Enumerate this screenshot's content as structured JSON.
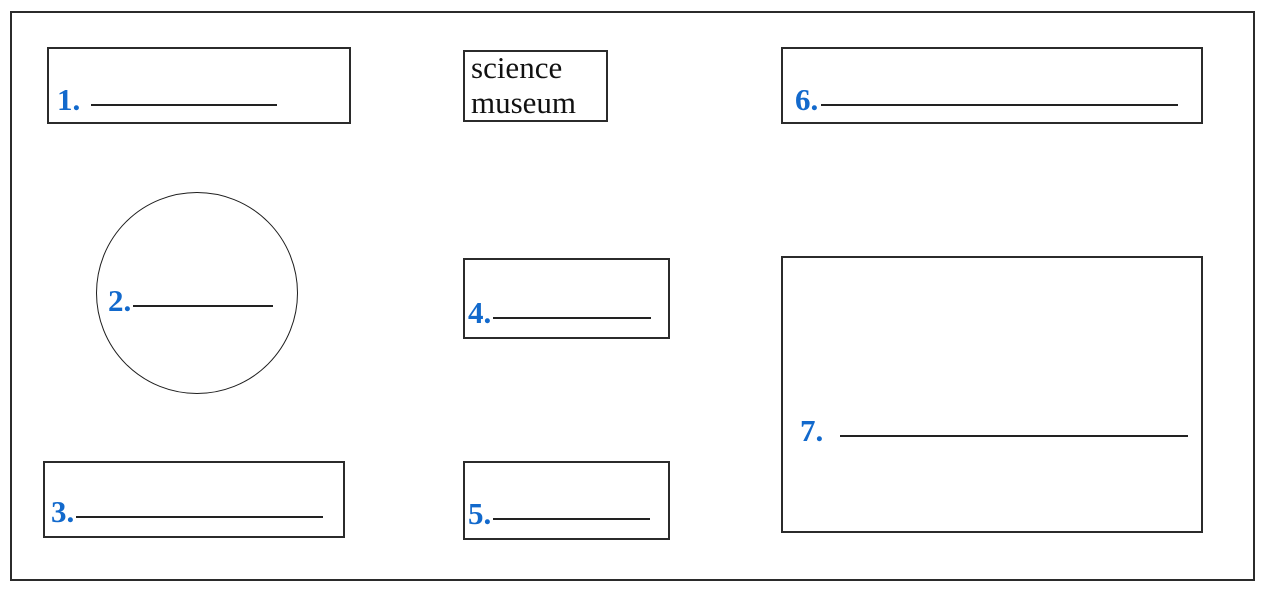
{
  "page": {
    "type": "labeling-worksheet",
    "background_color": "#ffffff",
    "border_color": "#2b2b2b",
    "blank_rule_color": "#222222",
    "number_color": "#1269cc"
  },
  "label_box": {
    "name": "science-museum-label",
    "line1": "science",
    "line2": "museum"
  },
  "fields": [
    {
      "id": 1,
      "number": "1.",
      "shape": "rectangle",
      "answer": ""
    },
    {
      "id": 2,
      "number": "2.",
      "shape": "circle",
      "answer": ""
    },
    {
      "id": 3,
      "number": "3.",
      "shape": "rectangle",
      "answer": ""
    },
    {
      "id": 4,
      "number": "4.",
      "shape": "rectangle",
      "answer": ""
    },
    {
      "id": 5,
      "number": "5.",
      "shape": "rectangle",
      "answer": ""
    },
    {
      "id": 6,
      "number": "6.",
      "shape": "rectangle",
      "answer": ""
    },
    {
      "id": 7,
      "number": "7.",
      "shape": "rectangle",
      "answer": ""
    }
  ]
}
